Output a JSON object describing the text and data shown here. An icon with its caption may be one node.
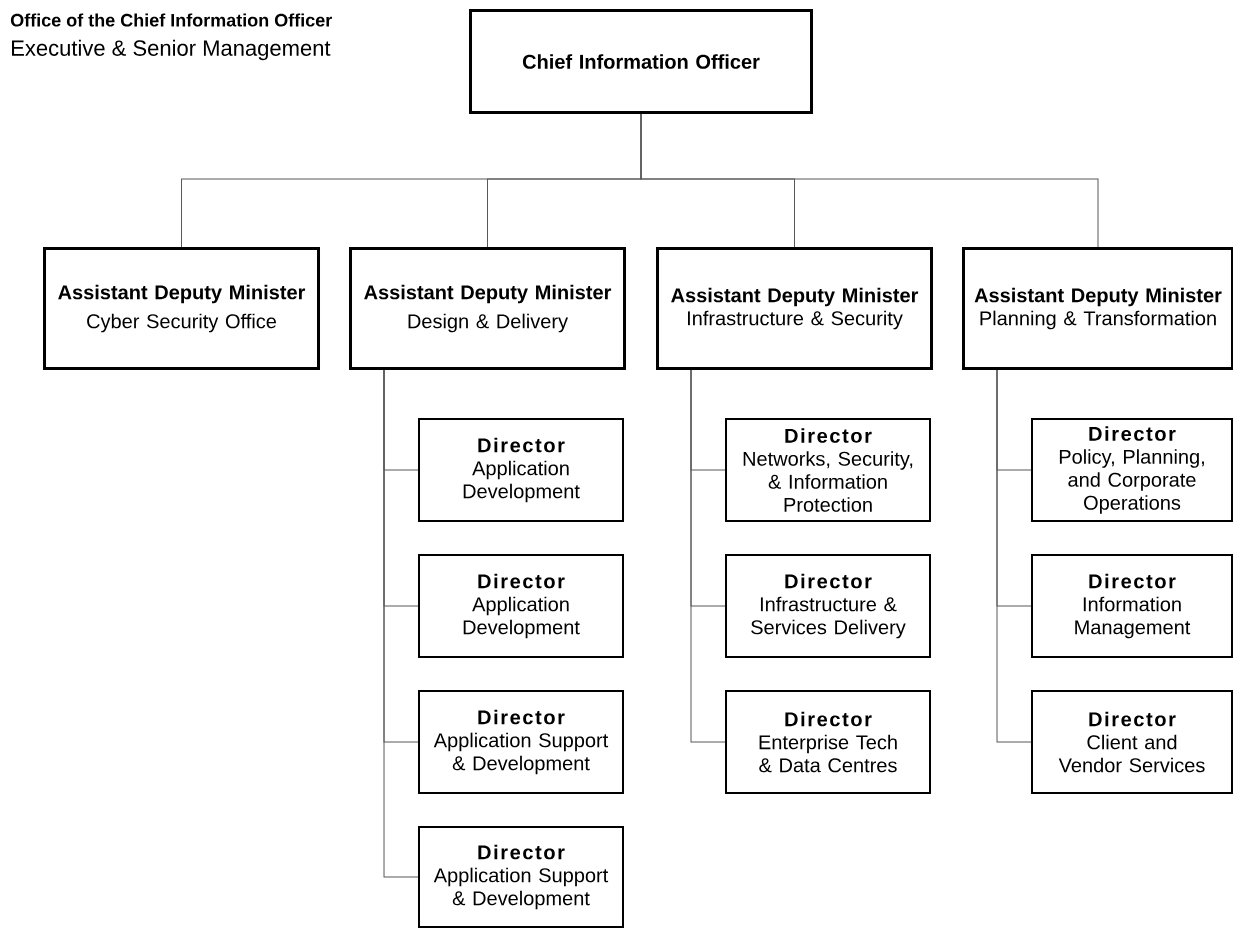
{
  "diagram": {
    "title": "Office of the Chief Information Officer",
    "nodes": [
      {
        "text": [
          "Chief Information Officer"
        ]
      },
      {
        "text": [
          "Assistant Deputy Minister",
          "Cyber Security Office"
        ]
      },
      {
        "text": [
          "Assistant Deputy Minister",
          "Design & Delivery"
        ]
      },
      {
        "text": [
          "Assistant Deputy Minister",
          "Infrastructure & Security"
        ]
      },
      {
        "text": [
          "Assistant Deputy Minister",
          "Planning & Transformation"
        ]
      },
      {
        "text": [
          "Director",
          "Application Development"
        ]
      },
      {
        "text": [
          "Director",
          "Application Development"
        ]
      },
      {
        "text": [
          "Director",
          "Application Support & Development"
        ]
      },
      {
        "text": [
          "Director",
          "Application Support & Development"
        ]
      },
      {
        "text": [
          "Director",
          "Networks, Security, & Information Protection"
        ]
      },
      {
        "text": [
          "Director",
          "Infrastructure & Services Delivery"
        ]
      },
      {
        "text": [
          "Director",
          "Enterprise Tech & Data Centres"
        ]
      },
      {
        "text": [
          "Director",
          "Policy, Planning, and Corporate Operations"
        ]
      },
      {
        "text": [
          "Director",
          "Information Management"
        ]
      },
      {
        "text": [
          "Director",
          "Client and Vendor Services"
        ]
      }
    ],
    "edges": [
      {
        "from": 0,
        "to": 1,
        "arrow": "none"
      },
      {
        "from": 0,
        "to": 2,
        "arrow": "none"
      },
      {
        "from": 0,
        "to": 3,
        "arrow": "none"
      },
      {
        "from": 0,
        "to": 4,
        "arrow": "none"
      },
      {
        "from": 2,
        "to": 5,
        "arrow": "none"
      },
      {
        "from": 2,
        "to": 6,
        "arrow": "none"
      },
      {
        "from": 2,
        "to": 7,
        "arrow": "none"
      },
      {
        "from": 2,
        "to": 8,
        "arrow": "none"
      },
      {
        "from": 3,
        "to": 9,
        "arrow": "none"
      },
      {
        "from": 3,
        "to": 10,
        "arrow": "none"
      },
      {
        "from": 3,
        "to": 11,
        "arrow": "none"
      },
      {
        "from": 4,
        "to": 12,
        "arrow": "none"
      },
      {
        "from": 4,
        "to": 13,
        "arrow": "none"
      },
      {
        "from": 4,
        "to": 14,
        "arrow": "none"
      }
    ],
    "labels": [
      "Executive & Senior Management"
    ]
  }
}
